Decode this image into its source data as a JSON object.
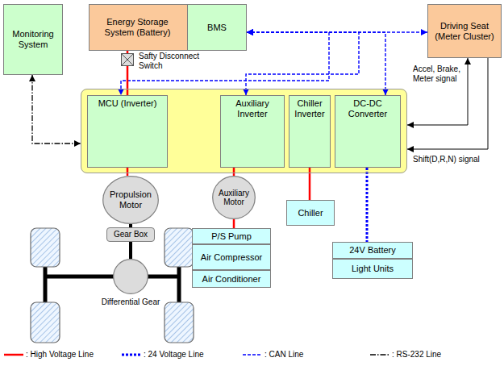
{
  "diagram": {
    "nodes": [
      {
        "text": [
          "Monitoring System"
        ]
      },
      {
        "text": [
          "Energy Storage System (Battery)"
        ]
      },
      {
        "text": [
          "BMS"
        ],
        "in": 1
      },
      {
        "text": [
          "Driving Seat (Meter Cluster)"
        ]
      },
      {
        "text": [
          "Safty Disconnect Switch"
        ]
      },
      {
        "text": []
      },
      {
        "text": [
          "MCU (Inverter)"
        ],
        "in": 5
      },
      {
        "text": [
          "Auxiliary Inverter"
        ],
        "in": 5
      },
      {
        "text": [
          "Chiller Inverter"
        ],
        "in": 5
      },
      {
        "text": [
          "DC-DC Converter"
        ],
        "in": 5
      },
      {
        "text": [
          "Propulsion Motor"
        ]
      },
      {
        "text": [
          "Gear Box"
        ]
      },
      {
        "text": [
          "Differential Gear"
        ]
      },
      {
        "text": [
          "Auxiliary Motor"
        ]
      },
      {
        "text": [
          "P/S Pump"
        ]
      },
      {
        "text": [
          "Air Compressor"
        ]
      },
      {
        "text": [
          "Air Conditioner"
        ]
      },
      {
        "text": [
          "Chiller"
        ]
      },
      {
        "text": [
          "24V Battery"
        ]
      },
      {
        "text": [
          "Light Units"
        ]
      }
    ],
    "edges": [
      {
        "from": 0,
        "to": 5,
        "arrow": "both"
      },
      {
        "from": 2,
        "to": 3,
        "arrow": "both"
      },
      {
        "from": 2,
        "to": 6,
        "arrow": "both"
      },
      {
        "from": 2,
        "to": 7,
        "arrow": "both"
      },
      {
        "from": 2,
        "to": 9,
        "arrow": "both"
      },
      {
        "from": 3,
        "to": 5,
        "arrow": "both",
        "label": "Accel, Brake, Meter signal"
      },
      {
        "from": 3,
        "to": 5,
        "arrow": "to",
        "label": "Shift(D,R,N) signal"
      },
      {
        "from": 1,
        "to": 4,
        "arrow": "none"
      },
      {
        "from": 4,
        "to": 6,
        "arrow": "none"
      },
      {
        "from": 6,
        "to": 10,
        "arrow": "none"
      },
      {
        "from": 10,
        "to": 11,
        "arrow": "none"
      },
      {
        "from": 11,
        "to": 12,
        "arrow": "none"
      },
      {
        "from": 7,
        "to": 13,
        "arrow": "none"
      },
      {
        "from": 13,
        "to": 14,
        "arrow": "none"
      },
      {
        "from": 8,
        "to": 17,
        "arrow": "none"
      },
      {
        "from": 9,
        "to": 18,
        "arrow": "none"
      }
    ],
    "legend": [
      {
        "text": ": High Voltage Line"
      },
      {
        "text": ": 24 Voltage Line"
      },
      {
        "text": ": CAN Line"
      },
      {
        "text": ": RS-232 Line"
      }
    ]
  }
}
